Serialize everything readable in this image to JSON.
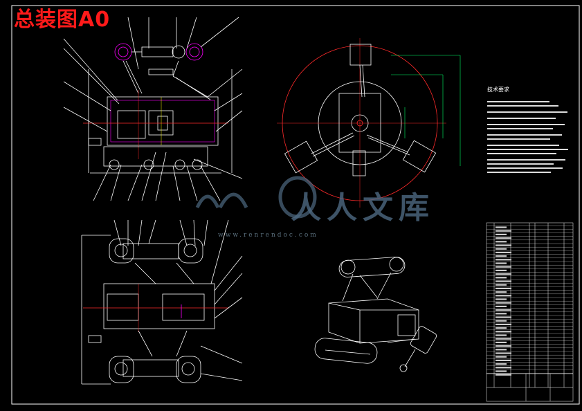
{
  "drawing": {
    "title": "总装图A0",
    "title_color": "#ff2020",
    "line_color": "#ffffff",
    "accent_red": "#ff2a2a",
    "accent_magenta": "#ff00ff",
    "accent_green": "#00ff66",
    "accent_yellow": "#ffff00"
  },
  "tech_notes": {
    "title": "技术要求"
  },
  "watermark": {
    "text": "人人文库",
    "url": "www.renrendoc.com"
  }
}
